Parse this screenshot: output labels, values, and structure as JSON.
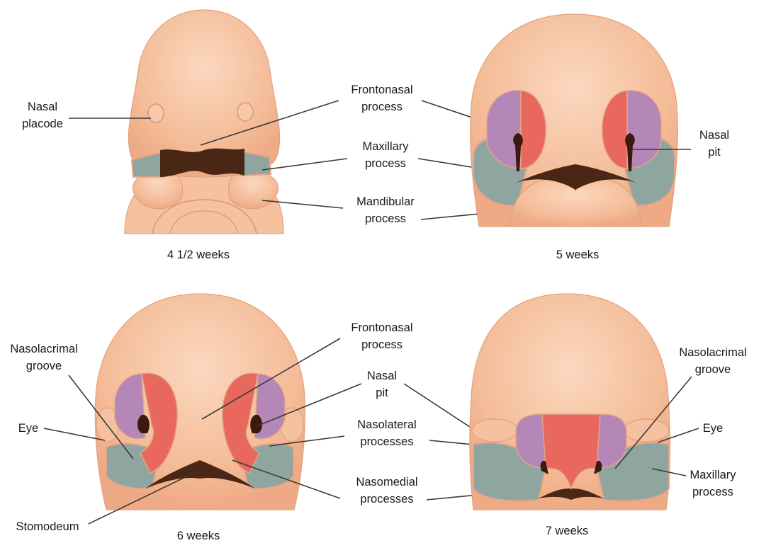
{
  "panels": [
    {
      "caption": "4 1/2 weeks",
      "labels": {
        "nasal_placode": [
          "Nasal",
          "placode"
        ],
        "frontonasal": [
          "Frontonasal",
          "process"
        ],
        "maxillary": [
          "Maxillary",
          "process"
        ],
        "mandibular": [
          "Mandibular",
          "process"
        ]
      }
    },
    {
      "caption": "5 weeks",
      "labels": {
        "nasal_pit": [
          "Nasal",
          "pit"
        ]
      }
    },
    {
      "caption": "6 weeks",
      "labels": {
        "nasolacrimal": [
          "Nasolacrimal",
          "groove"
        ],
        "eye": "Eye",
        "stomodeum": "Stomodeum",
        "frontonasal": [
          "Frontonasal",
          "process"
        ],
        "nasal_pit": [
          "Nasal",
          "pit"
        ],
        "nasolateral": [
          "Nasolateral",
          "processes"
        ],
        "nasomedial": [
          "Nasomedial",
          "processes"
        ]
      }
    },
    {
      "caption": "7 weeks",
      "labels": {
        "nasolacrimal": [
          "Nasolacrimal",
          "groove"
        ],
        "eye": "Eye",
        "maxillary": [
          "Maxillary",
          "process"
        ]
      }
    }
  ],
  "colors": {
    "skin": "#f4bc98",
    "skin_light": "#fbd7bf",
    "maxillary": "#8fa6a0",
    "nasolateral": "#b487b8",
    "nasomedial": "#e8685e",
    "mouth": "#4a2714"
  }
}
